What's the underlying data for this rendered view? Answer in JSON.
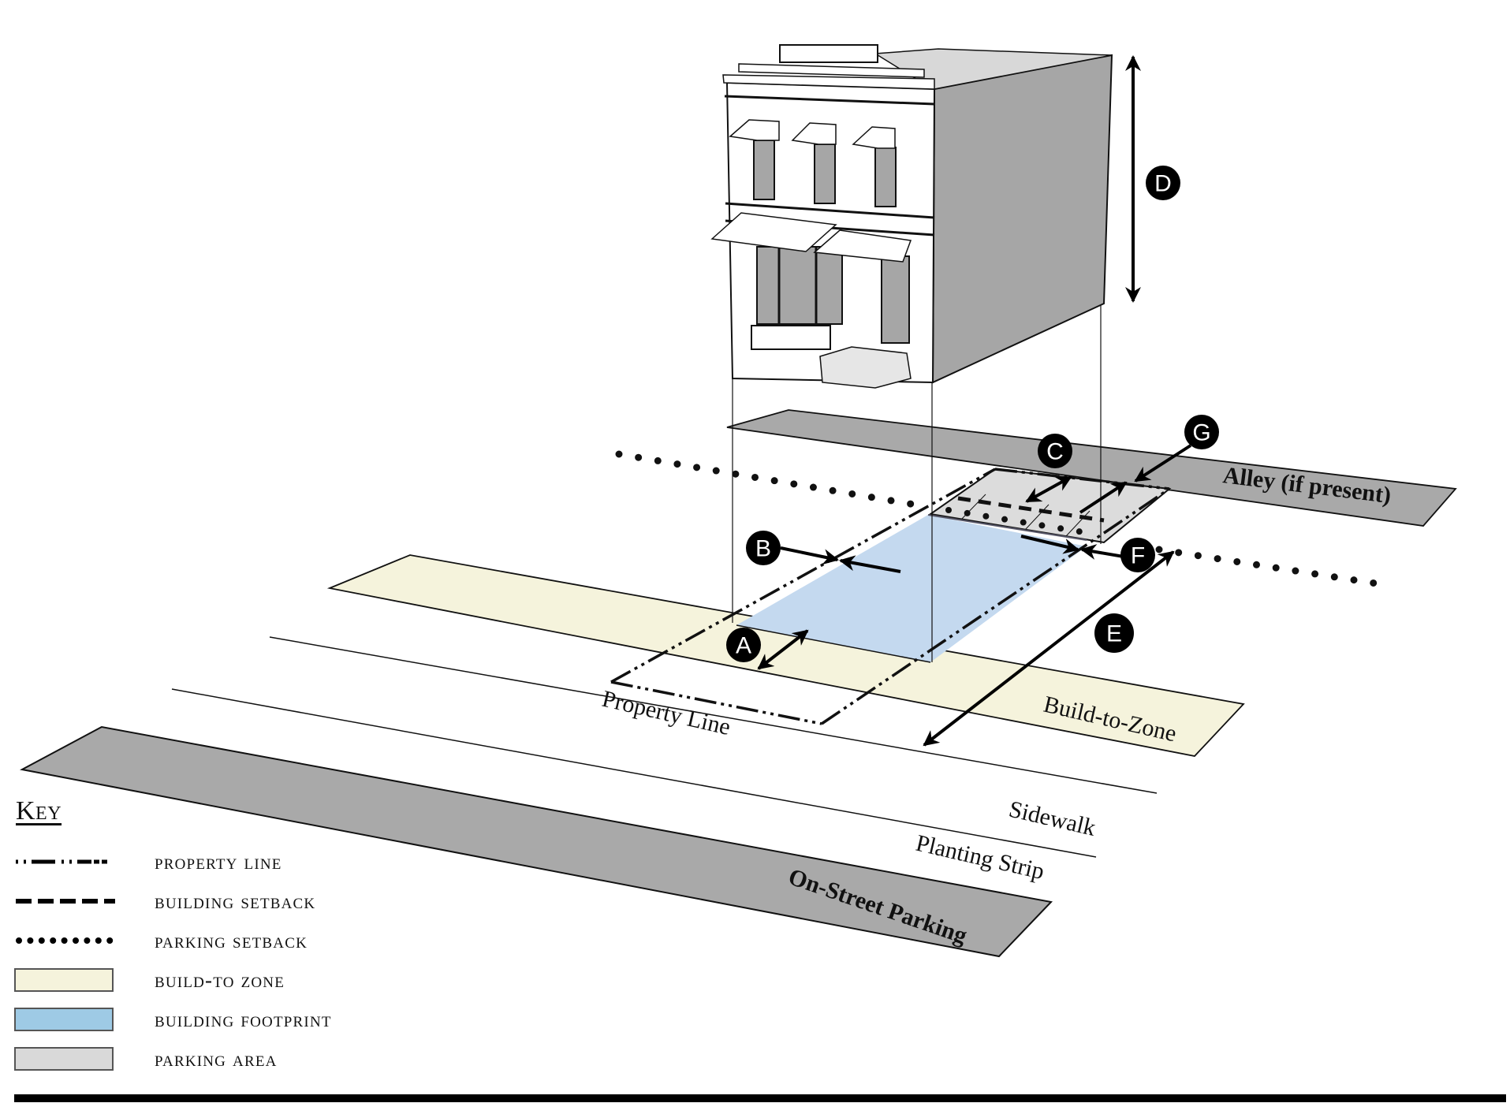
{
  "diagram": {
    "labels": {
      "alley": "Alley (if present)",
      "property_line": "Property Line",
      "build_to_zone": "Build-to-Zone",
      "sidewalk": "Sidewalk",
      "planting_strip": "Planting Strip",
      "on_street_parking": "On-Street Parking"
    },
    "markers": [
      "A",
      "B",
      "C",
      "D",
      "E",
      "F",
      "G"
    ],
    "colors": {
      "build_to_zone": "#f5f3dc",
      "building_footprint": "#c4d9ef",
      "parking_area": "#d9d9d9",
      "street_gray": "#a9a9a9",
      "building_side": "#a6a6a6",
      "marker_fill": "#000000"
    }
  },
  "key": {
    "title": "Key",
    "items": [
      {
        "type": "line",
        "style": "property-line",
        "label": "Property Line"
      },
      {
        "type": "line",
        "style": "building-setback",
        "label": "Building Setback"
      },
      {
        "type": "line",
        "style": "parking-setback",
        "label": "Parking Setback"
      },
      {
        "type": "swatch",
        "color": "#f5f3dc",
        "label": "Build-to Zone"
      },
      {
        "type": "swatch",
        "color": "#9ecae5",
        "label": "Building Footprint"
      },
      {
        "type": "swatch",
        "color": "#d9d9d9",
        "label": "Parking Area"
      }
    ]
  }
}
